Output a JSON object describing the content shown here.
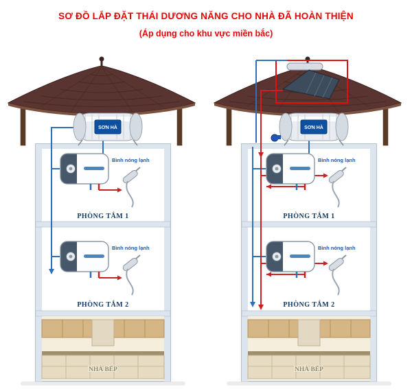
{
  "title": "SƠ ĐỒ LẮP ĐẶT THÁI DƯƠNG NĂNG CHO NHÀ ĐÃ HOÀN THIỆN",
  "subtitle": "(Áp dụng cho khu vực miền bắc)",
  "colors": {
    "title_red": "#e60505",
    "hot_pipe_red": "#cc2020",
    "cold_pipe_blue": "#2d6fb8",
    "tank_label_blue": "#0d4fa0",
    "roof_brown": "#5a3430"
  },
  "houses": {
    "left": {
      "tank_brand": "SƠN HÀ",
      "floors": [
        {
          "heater_label": "Bình nóng lạnh",
          "room_label": "PHÒNG TẮM 1"
        },
        {
          "heater_label": "Bình nóng lạnh",
          "room_label": "PHÒNG TẮM 2"
        }
      ],
      "kitchen_label": "NHÀ BẾP"
    },
    "right": {
      "tank_brand": "SƠN HÀ",
      "floors": [
        {
          "heater_label": "Bình nóng lạnh",
          "room_label": "PHÒNG TẮM 1"
        },
        {
          "heater_label": "Bình nóng lạnh",
          "room_label": "PHÒNG TẮM 2"
        }
      ],
      "kitchen_label": "NHÀ BẾP"
    }
  }
}
